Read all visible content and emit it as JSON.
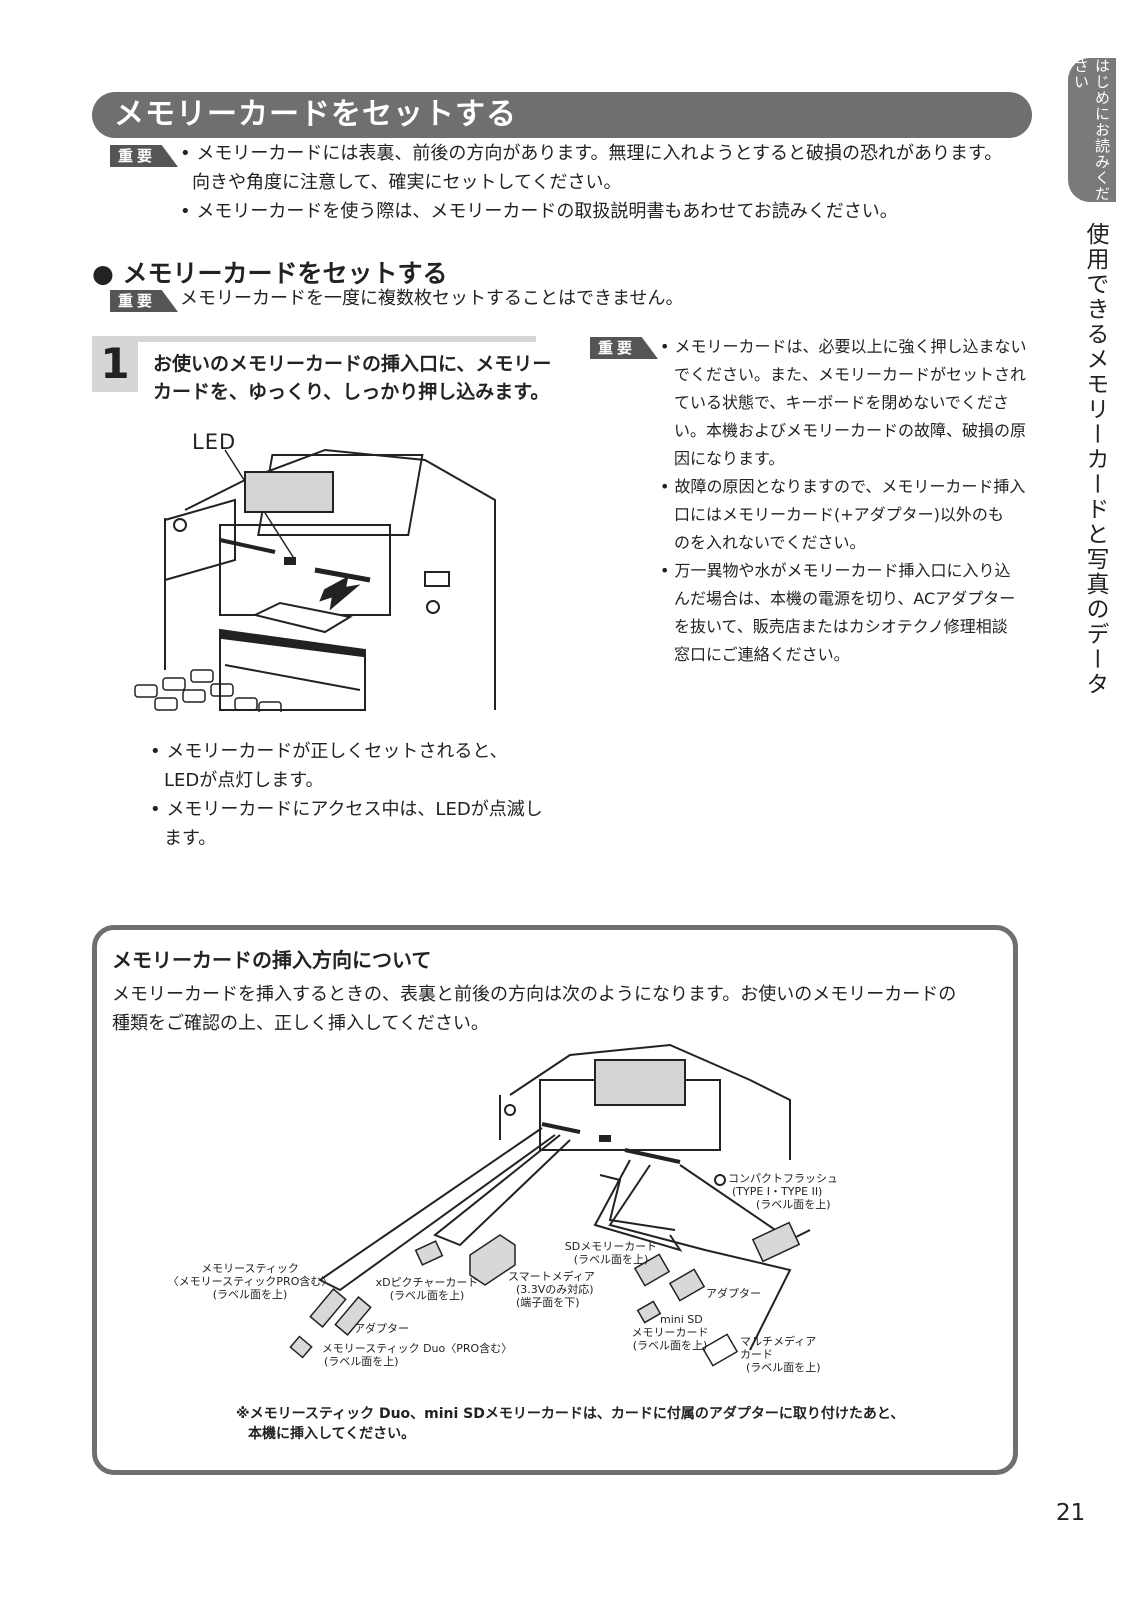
{
  "side_tab": "はじめにお読みください",
  "side_title": "使用できるメモリーカードと写真のデータ",
  "page_number": "21",
  "section_title": "メモリーカードをセットする",
  "badge_label": "重要",
  "important_top": {
    "line1": "• メモリーカードには表裏、前後の方向があります。無理に入れようとすると破損の恐れがあります。",
    "line2": "向きや角度に注意して、確実にセットしてください。",
    "line3": "• メモリーカードを使う際は、メモリーカードの取扱説明書もあわせてお読みください。"
  },
  "subheading": "● メモリーカードをセットする",
  "important_sub": "メモリーカードを一度に複数枚セットすることはできません。",
  "step": {
    "number": "1",
    "line1": "お使いのメモリーカードの挿入口に、メモリー",
    "line2": "カードを、ゆっくり、しっかり押し込みます。"
  },
  "led_label": "LED",
  "led_notes": {
    "l1": "• メモリーカードが正しくセットされると、",
    "l2": "LEDが点灯します。",
    "l3": "• メモリーカードにアクセス中は、LEDが点滅し",
    "l4": "ます。"
  },
  "important_right": [
    "• メモリーカードは、必要以上に強く押し込まない",
    "でください。また、メモリーカードがセットされ",
    "ている状態で、キーボードを閉めないでくださ",
    "い。本機およびメモリーカードの故障、破損の原",
    "因になります。",
    "• 故障の原因となりますので、メモリーカード挿入",
    "口にはメモリーカード(+アダプター)以外のも",
    "のを入れないでください。",
    "• 万一異物や水がメモリーカード挿入口に入り込",
    "んだ場合は、本機の電源を切り、ACアダプター",
    "を抜いて、販売店またはカシオテクノ修理相談",
    "窓口にご連絡ください。"
  ],
  "info": {
    "title": "メモリーカードの挿入方向について",
    "body1": "メモリーカードを挿入するときの、表裏と前後の方向は次のようになります。お使いのメモリーカードの",
    "body2": "種類をご確認の上、正しく挿入してください。",
    "note1": "※メモリースティック Duo、mini SDメモリーカードは、カードに付属のアダプターに取り付けたあと、",
    "note2": "本機に挿入してください。"
  },
  "diagram_labels": {
    "cf1": "コンパクトフラッシュ",
    "cf2": "(TYPE I・TYPE II)",
    "cf3": "(ラベル面を上)",
    "ms1": "メモリースティック",
    "ms2": "〈メモリースティックPRO含む〉",
    "ms3": "(ラベル面を上)",
    "xd1": "xDピクチャーカード",
    "xd2": "(ラベル面を上)",
    "sm1": "スマートメディア",
    "sm2": "(3.3Vのみ対応)",
    "sm3": "(端子面を下)",
    "sd1": "SDメモリーカード",
    "sd2": "(ラベル面を上)",
    "adapter": "アダプター",
    "minisd1": "mini SD",
    "minisd2": "メモリーカード",
    "minisd3": "(ラベル面を上)",
    "mmc1": "マルチメディア",
    "mmc2": "カード",
    "mmc3": "(ラベル面を上)",
    "duo1": "メモリースティック Duo〈PRO含む〉",
    "duo2": "(ラベル面を上)"
  }
}
